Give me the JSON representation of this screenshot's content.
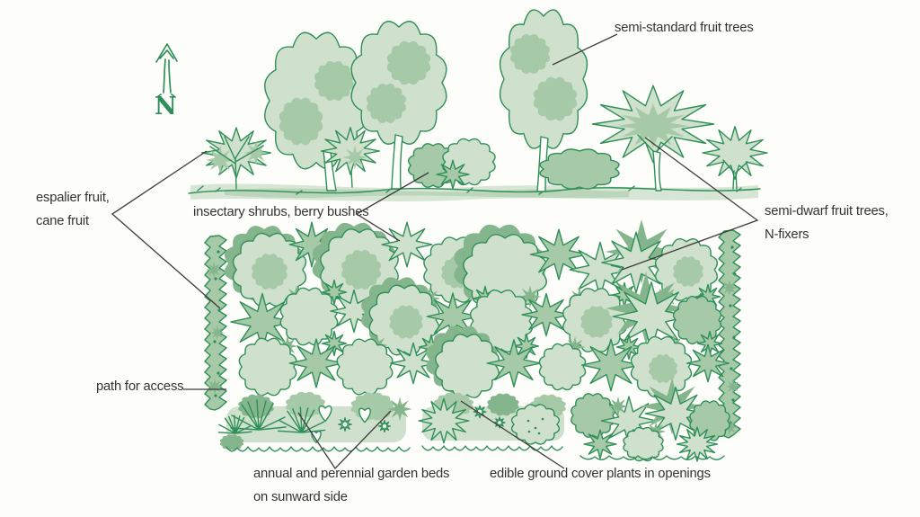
{
  "figure": {
    "compass_letter": "N"
  },
  "labels": {
    "semi_standard": {
      "text": "semi-standard fruit trees"
    },
    "espalier": {
      "line1": "espalier fruit,",
      "line2": "cane fruit"
    },
    "insectary": {
      "text": "insectary shrubs, berry bushes"
    },
    "semi_dwarf": {
      "line1": "semi-dwarf fruit trees,",
      "line2": "N-fixers"
    },
    "path_access": {
      "text": "path for access"
    },
    "garden_beds": {
      "line1": "annual and perennial garden beds",
      "line2": "on sunward side"
    },
    "ground_cover": {
      "text": "edible ground cover plants in openings"
    }
  },
  "colors": {
    "ink_green": "#2f8f58",
    "wash_light": "#cfe0cc",
    "wash_mid": "#a6c9a7",
    "wash_dark": "#84b58c",
    "label_text": "#333333",
    "pointer_line": "#3c3c3c",
    "background": "#fdfdfa"
  }
}
